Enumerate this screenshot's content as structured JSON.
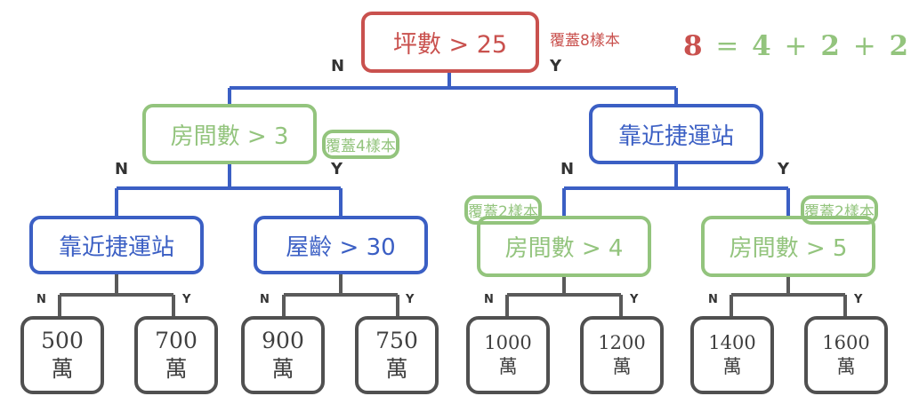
{
  "root": {
    "label": "坪數 > 25",
    "coverage": "覆蓋8樣本"
  },
  "equation": {
    "total": "8",
    "equals": "=",
    "parts": [
      "4",
      "2",
      "2"
    ],
    "plus": "+"
  },
  "branch": {
    "no": "N",
    "yes": "Y"
  },
  "level1": {
    "left": {
      "label": "房間數 > 3",
      "coverage": "覆蓋4樣本"
    },
    "right": {
      "label": "靠近捷運站"
    }
  },
  "level2": [
    {
      "label": "靠近捷運站"
    },
    {
      "label": "屋齡 > 30"
    },
    {
      "label": "房間數 > 4",
      "coverage": "覆蓋2樣本"
    },
    {
      "label": "房間數 > 5",
      "coverage": "覆蓋2樣本"
    }
  ],
  "leaves": [
    {
      "value": "500",
      "unit": "萬"
    },
    {
      "value": "700",
      "unit": "萬"
    },
    {
      "value": "900",
      "unit": "萬"
    },
    {
      "value": "750",
      "unit": "萬"
    },
    {
      "value": "1000",
      "unit": "萬"
    },
    {
      "value": "1200",
      "unit": "萬"
    },
    {
      "value": "1400",
      "unit": "萬"
    },
    {
      "value": "1600",
      "unit": "萬"
    }
  ],
  "colors": {
    "root": "#c9514e",
    "green": "#93c47d",
    "blue": "#3b5fc4",
    "leaf": "#505050"
  }
}
